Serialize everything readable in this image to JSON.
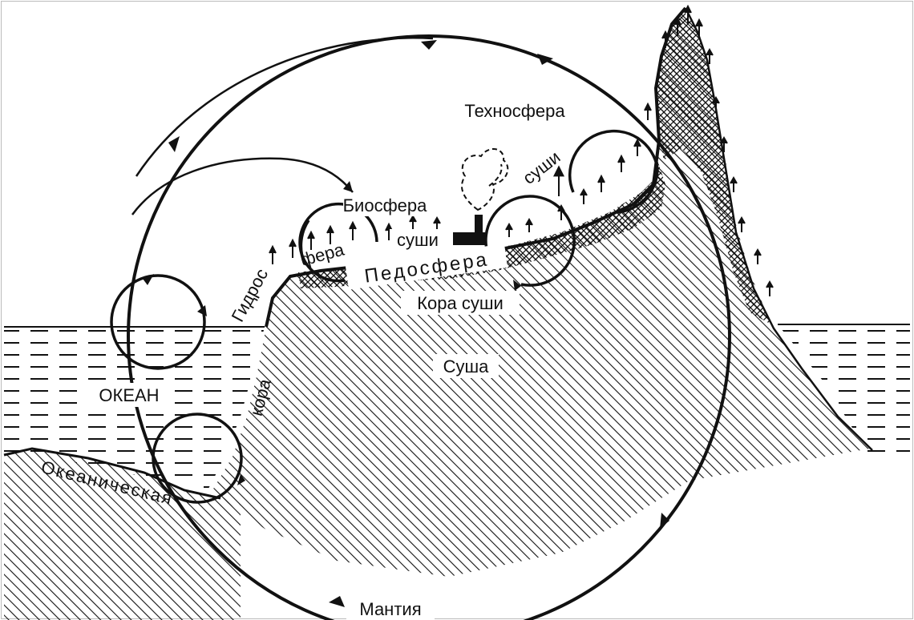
{
  "labels": {
    "technosphere": "Техносфера",
    "technosphere_suffix": "суши",
    "biosphere": "Биосфера",
    "biosphere_suffix": "суши",
    "hydrosphere_a": "Гидрос",
    "hydrosphere_b": "фера",
    "pedosphere": "Педосфера",
    "land_crust": "Кора суши",
    "land": "Суша",
    "ocean": "ОКЕАН",
    "crust": "кора",
    "oceanic": "Океаническая",
    "mantle": "Мантия"
  },
  "colors": {
    "ink": "#111111",
    "paper": "#ffffff"
  }
}
